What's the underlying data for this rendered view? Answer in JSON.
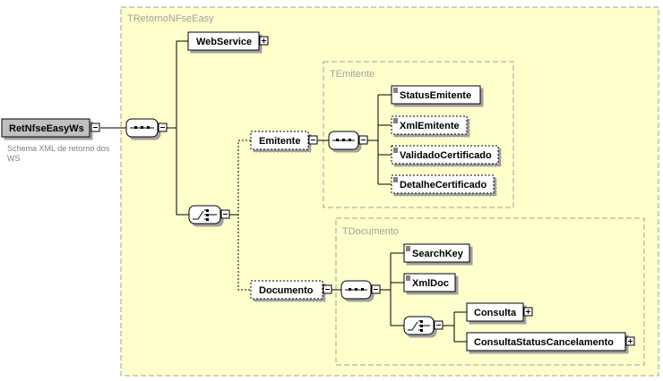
{
  "root": {
    "label": "RetNfseEasyWs",
    "annotation_line1": "Schema XML de retorno dos",
    "annotation_line2": "WS"
  },
  "groups": {
    "outer": "TRetornoNFseEasy",
    "emitente": "TEmitente",
    "documento": "TDocumento"
  },
  "elements": {
    "webservice": "WebService",
    "emitente": "Emitente",
    "documento": "Documento",
    "status_emitente": "StatusEmitente",
    "xml_emitente": "XmlEmitente",
    "validado_certificado": "ValidadoCertificado",
    "detalhe_certificado": "DetalheCertificado",
    "search_key": "SearchKey",
    "xml_doc": "XmlDoc",
    "consulta": "Consulta",
    "consulta_status_cancelamento": "ConsultaStatusCancelamento"
  },
  "colors": {
    "group_fill": "#ffffcc",
    "group_border": "#a0a0a0",
    "root_fill": "#c0c0c0"
  }
}
